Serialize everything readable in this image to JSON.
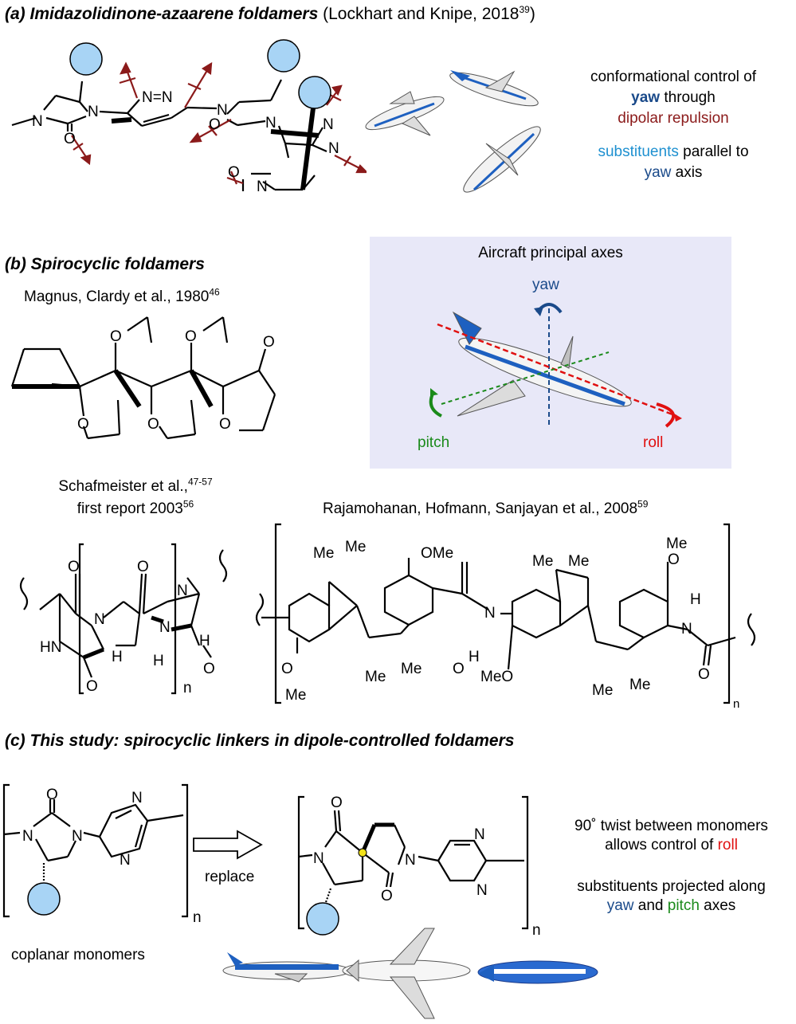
{
  "section_a": {
    "label": "(a) Imidazolidinone-azaarene foldamers",
    "citation": " (Lockhart and Knipe, 2018",
    "citation_ref": "39",
    "citation_close": ")",
    "note_line1": "conformational control of",
    "note_yaw": "yaw",
    "note_through": " through",
    "note_dipolar": "dipolar repulsion",
    "note_substituents": "substituents",
    "note_parallel": " parallel to",
    "note_yaw2": "yaw",
    "note_axis": " axis",
    "atoms": {
      "n1": "N",
      "n2": "N=N",
      "n3": "N",
      "n4": "N",
      "o1": "O",
      "o2": "O",
      "n5": "N",
      "n6": "N",
      "n7": "N",
      "o3": "O",
      "n8": "N"
    }
  },
  "section_b": {
    "label": "(b) Spirocyclic foldamers",
    "magnus": "Magnus, Clardy et al., 1980",
    "magnus_ref": "46",
    "schaf": "Schafmeister et al.,",
    "schaf_ref": "47-57",
    "schaf2": "first report 2003",
    "schaf2_ref": "56",
    "raj": "Rajamohanan, Hofmann, Sanjayan et al., 2008",
    "raj_ref": "59",
    "panel_title": "Aircraft principal axes",
    "axis_yaw": "yaw",
    "axis_pitch": "pitch",
    "axis_roll": "roll",
    "atoms": {
      "o": "O",
      "n": "N",
      "h": "H",
      "hn": "HN",
      "me": "Me",
      "ome": "OMe",
      "meo": "MeO",
      "sub_n": "n"
    }
  },
  "section_c": {
    "label": "(c) This study: spirocyclic linkers in dipole-controlled foldamers",
    "replace": "replace",
    "coplanar": "coplanar monomers",
    "twist_line1": "90˚ twist between monomers",
    "twist_line2a": "allows control of ",
    "twist_roll": "roll",
    "proj_line1": "substituents projected along",
    "proj_yaw": "yaw",
    "proj_and": " and ",
    "proj_pitch": "pitch",
    "proj_axes": " axes"
  },
  "colors": {
    "yaw_blue": "#1a4a8a",
    "dipolar_red": "#8b1a1a",
    "sub_lightblue": "#1e90d0",
    "pitch_green": "#1a8a1a",
    "roll_red": "#e01010",
    "circle_fill": "#a8d4f5",
    "panel_bg": "#e8e8f8"
  }
}
